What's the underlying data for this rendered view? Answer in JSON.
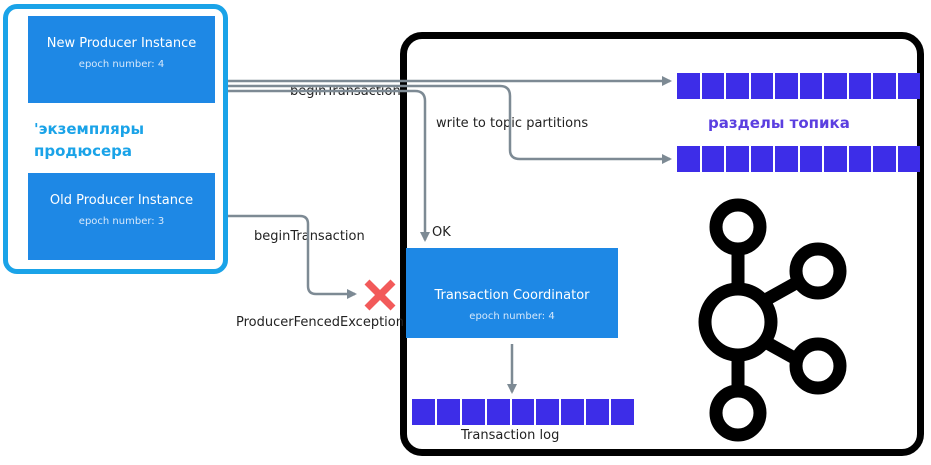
{
  "producers": {
    "caption": "'экземпляры\nпродюсера",
    "new": {
      "title": "New Producer Instance",
      "epoch": "epoch number: 4"
    },
    "old": {
      "title": "Old Producer Instance",
      "epoch": "epoch number: 3"
    }
  },
  "edges": {
    "new_begin": "beginTransaction",
    "write": "write to topic partitions",
    "ok": "OK",
    "old_begin": "beginTransaction",
    "fenced": "ProducerFencedException"
  },
  "coordinator": {
    "title": "Transaction Coordinator",
    "epoch": "epoch number: 4"
  },
  "transaction_log": {
    "label": "Transaction log",
    "cells": 9
  },
  "topic": {
    "label": "разделы топика",
    "partition_cells": 10
  },
  "colors": {
    "producer_box": "#1e88e5",
    "frame": "#1aa3e8",
    "partition": "#3d2de8",
    "error": "#f25a5a",
    "arrow": "#7d8a94"
  },
  "icons": {
    "error": "cross-icon",
    "kafka": "kafka-logo-icon"
  }
}
